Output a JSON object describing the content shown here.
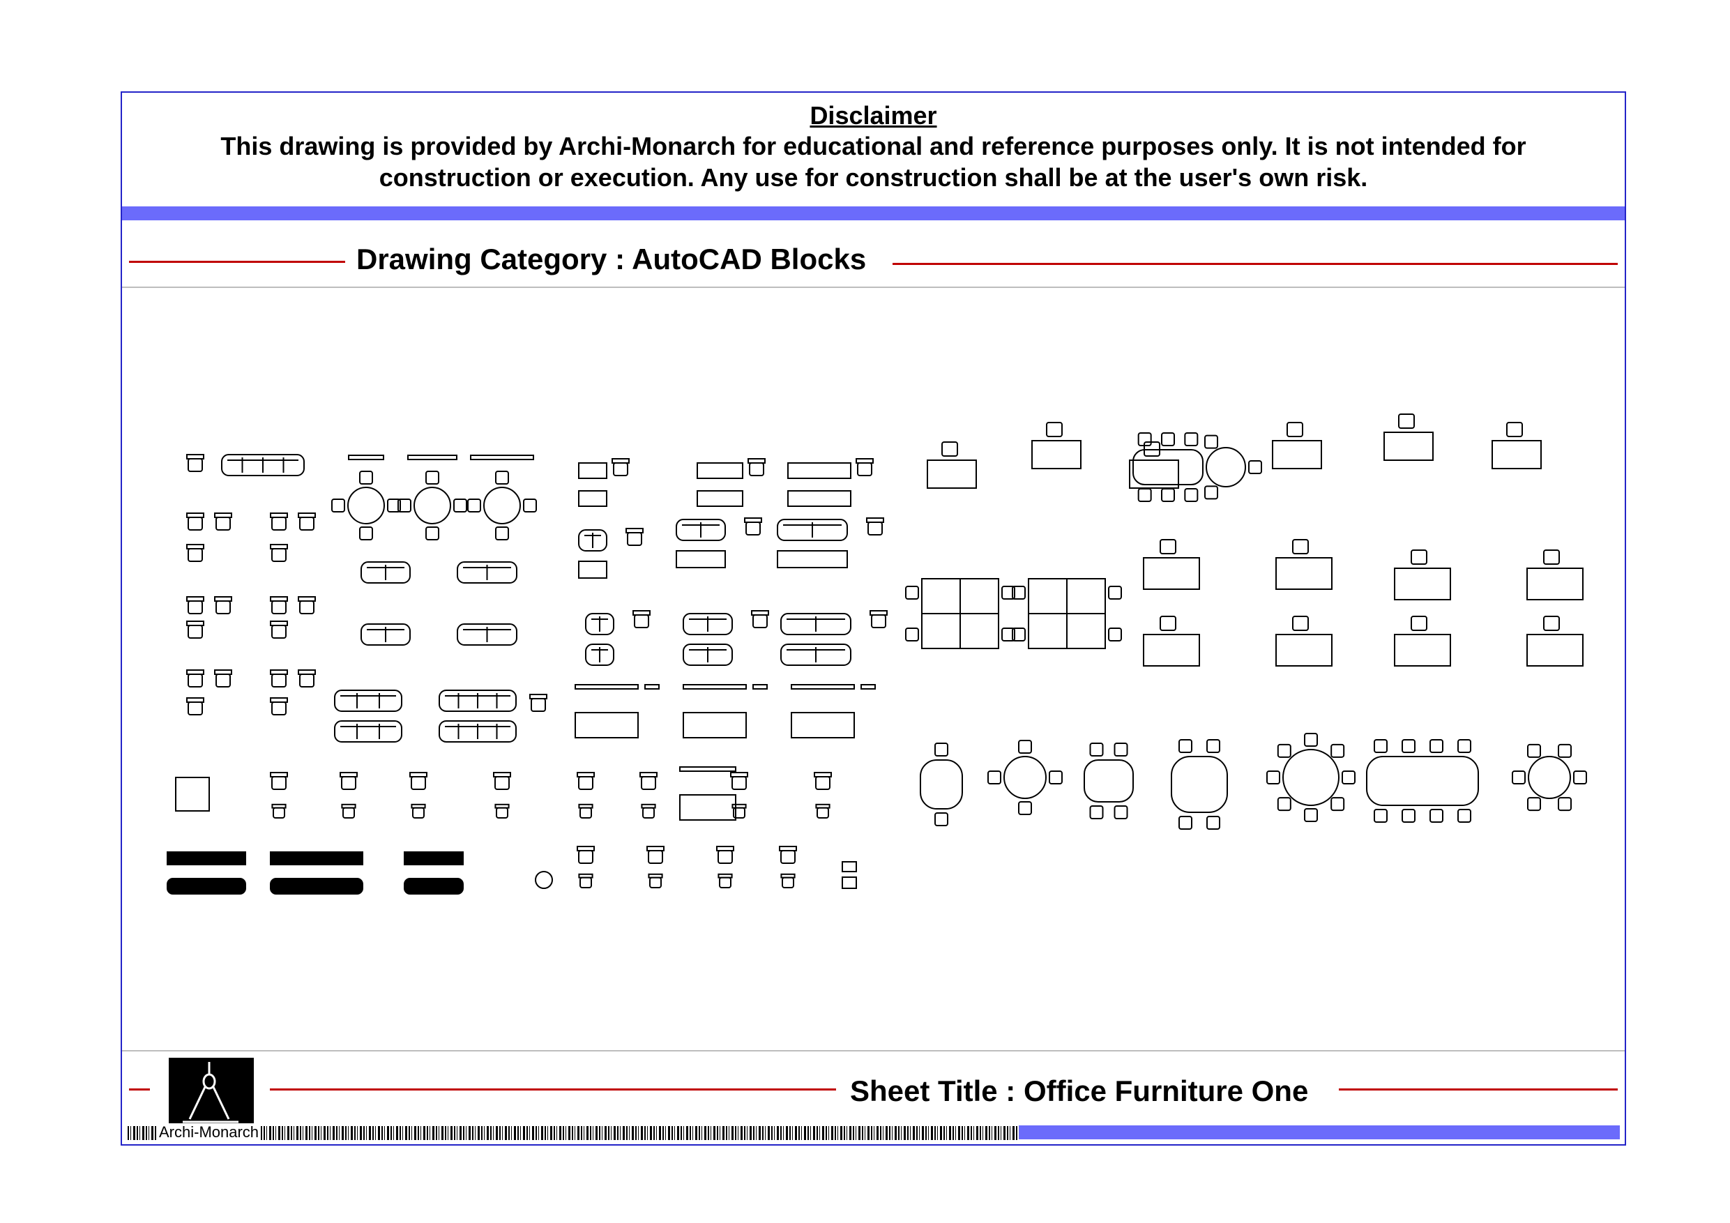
{
  "disclaimer": {
    "title": "Disclaimer",
    "text": "This drawing is provided by Archi-Monarch for educational and reference purposes only. It is not intended for construction or execution. Any use for construction shall be at the user's own risk."
  },
  "category": "Drawing Category : AutoCAD Blocks",
  "sheet_title": "Sheet Title : Office Furniture One",
  "brand": "Archi-Monarch",
  "colors": {
    "frame": "#2323c8",
    "band": "#6b6bfb",
    "rule": "#c00000"
  }
}
